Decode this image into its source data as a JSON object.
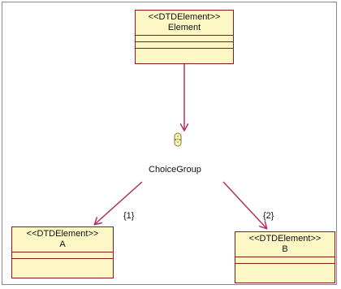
{
  "diagram": {
    "element_box": {
      "stereotype": "<<DTDElement>>",
      "name": "Element"
    },
    "a_box": {
      "stereotype": "<<DTDElement>>",
      "name": "A"
    },
    "b_box": {
      "stereotype": "<<DTDElement>>",
      "name": "B"
    },
    "choice_group_label": "ChoiceGroup",
    "edge_a_label": "{1}",
    "edge_b_label": "{2}",
    "colors": {
      "box_fill": "#fdf7c6",
      "box_border": "#8b1a1a",
      "connector": "#b03060"
    }
  }
}
